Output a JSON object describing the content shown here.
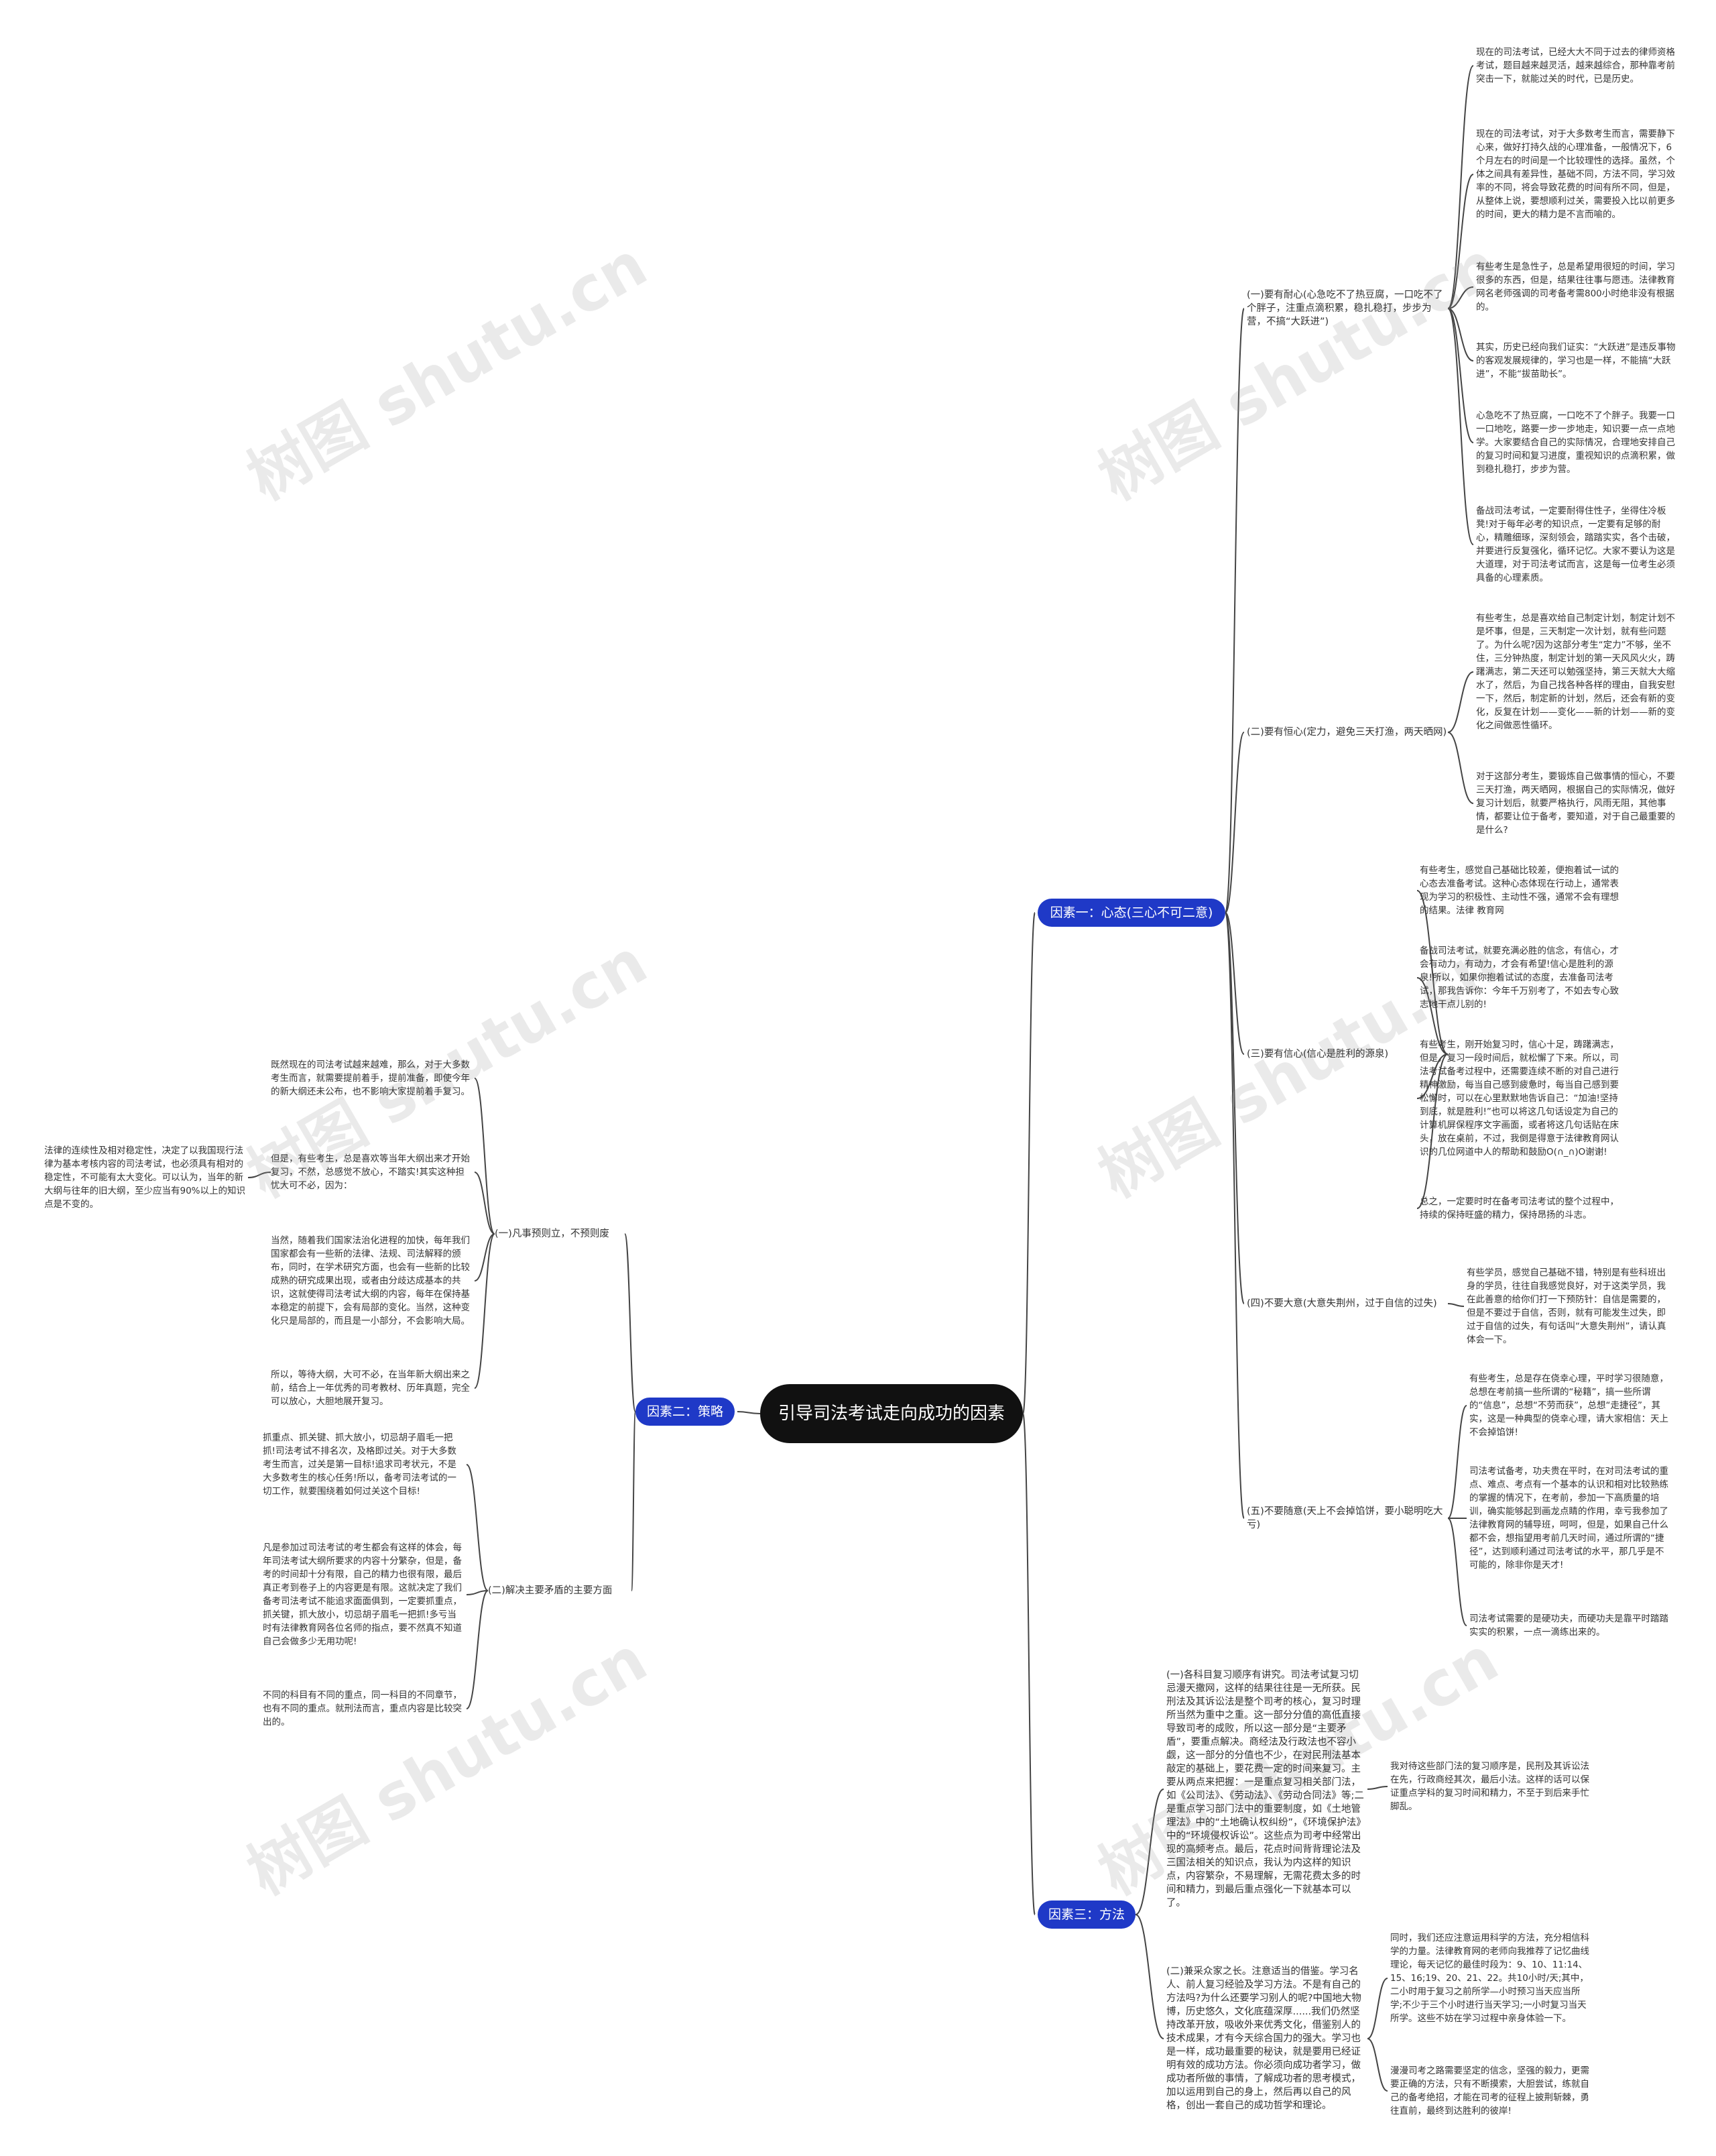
{
  "watermark": "树图 shutu.cn",
  "root": {
    "title": "引导司法考试走向成功的因素"
  },
  "branches": [
    {
      "label": "因素一：心态(三心不可二意)",
      "subs": [
        {
          "label": "(一)要有耐心(心急吃不了热豆腐，一口吃不了个胖子，注重点滴积累，稳扎稳打，步步为营，不搞“大跃进”)",
          "leaves": [
            "现在的司法考试，已经大大不同于过去的律师资格考试，题目越来越灵活，越来越综合，那种靠考前突击一下，就能过关的时代，已是历史。",
            "现在的司法考试，对于大多数考生而言，需要静下心来，做好打持久战的心理准备，一般情况下，6个月左右的时间是一个比较理性的选择。虽然，个体之间具有差异性，基础不同，方法不同，学习效率的不同，将会导致花费的时间有所不同，但是，从整体上说，要想顺利过关，需要投入比以前更多的时间，更大的精力是不言而喻的。",
            "有些考生是急性子，总是希望用很短的时间，学习很多的东西，但是，结果往往事与愿违。法律教育网名老师强调的司考备考需800小时绝非没有根据的。",
            "其实，历史已经向我们证实：“大跃进”是违反事物的客观发展规律的，学习也是一样，不能搞“大跃进”，不能“拔苗助长”。",
            "心急吃不了热豆腐，一口吃不了个胖子。我要一口一口地吃，路要一步一步地走，知识要一点一点地学。大家要结合自己的实际情况，合理地安排自己的复习时间和复习进度，重视知识的点滴积累，做到稳扎稳打，步步为营。",
            "备战司法考试，一定要耐得住性子，坐得住冷板凳!对于每年必考的知识点，一定要有足够的耐心，精雕细琢，深刻领会，踏踏实实，各个击破，并要进行反复强化，循环记忆。大家不要认为这是大道理，对于司法考试而言，这是每一位考生必须具备的心理素质。"
          ]
        },
        {
          "label": "(二)要有恒心(定力，避免三天打渔，两天晒网)",
          "leaves": [
            "有些考生，总是喜欢给自己制定计划，制定计划不是坏事，但是，三天制定一次计划，就有些问题了。为什么呢?因为这部分考生“定力”不够，坐不住，三分钟热度，制定计划的第一天风风火火，踌躇满志，第二天还可以勉强坚持，第三天就大大缩水了，然后，为自己找各种各样的理由，自我安慰一下，然后，制定新的计划，然后，还会有新的变化，反复在计划——变化——新的计划——新的变化之间做恶性循环。",
            "对于这部分考生，要锻炼自己做事情的恒心，不要三天打渔，两天晒网，根据自己的实际情况，做好复习计划后，就要严格执行，风雨无阻，其他事情，都要让位于备考，要知道，对于自己最重要的是什么?"
          ]
        },
        {
          "label": "(三)要有信心(信心是胜利的源泉)",
          "leaves": [
            "有些考生，感觉自己基础比较差，便抱着试一试的心态去准备考试。这种心态体现在行动上，通常表现为学习的积极性、主动性不强，通常不会有理想的结果。法律 教育网",
            "备战司法考试，就要充满必胜的信念，有信心，才会有动力，有动力，才会有希望!信心是胜利的源泉!所以，如果你抱着试试的态度，去准备司法考试，那我告诉你：今年千万别考了，不如去专心致志地干点儿别的!",
            "有些考生，刚开始复习时，信心十足，踌躇满志，但是，复习一段时间后，就松懈了下来。所以，司法考试备考过程中，还需要连续不断的对自己进行精神激励，每当自己感到疲惫时，每当自己感到要松懈时，可以在心里默默地告诉自己：“加油!坚持到底，就是胜利!”也可以将这几句话设定为自己的计算机屏保程序文字画面，或者将这几句话贴在床头，放在桌前，不过，我倒是得意于法律教育网认识的几位网道中人的帮助和鼓励O(∩_∩)O谢谢!",
            "总之，一定要时时在备考司法考试的整个过程中，持续的保持旺盛的精力，保持昂扬的斗志。"
          ]
        },
        {
          "label": "(四)不要大意(大意失荆州，过于自信的过失)",
          "leaves": [
            "有些学员，感觉自己基础不错，特别是有些科班出身的学员，往往自我感觉良好，对于这类学员，我在此善意的给你们打一下预防针：自信是需要的，但是不要过于自信，否则，就有可能发生过失，即过于自信的过失，有句话叫“大意失荆州”，请认真体会一下。"
          ]
        },
        {
          "label": "(五)不要随意(天上不会掉馅饼，要小聪明吃大亏)",
          "leaves": [
            "有些考生，总是存在侥幸心理，平时学习很随意，总想在考前搞一些所谓的“秘籍”，搞一些所谓的“信息”，总想“不劳而获”，总想“走捷径”，其实，这是一种典型的侥幸心理，请大家相信：天上不会掉馅饼!",
            "司法考试备考，功夫贵在平时，在对司法考试的重点、难点、考点有一个基本的认识和相对比较熟练的掌握的情况下，在考前，参加一下高质量的培训，确实能够起到画龙点睛的作用，幸亏我参加了法律教育网的辅导班，呵呵，但是，如果自己什么都不会，想指望用考前几天时间，通过所谓的“捷径”，达到顺利通过司法考试的水平，那几乎是不可能的，除非你是天才!",
            "司法考试需要的是硬功夫，而硬功夫是靠平时踏踏实实的积累，一点一滴练出来的。"
          ]
        }
      ]
    },
    {
      "label": "因素二：策略",
      "subs": [
        {
          "label": "(一)凡事预则立，不预则废",
          "leaves": [
            "既然现在的司法考试越来越难，那么，对于大多数考生而言，就需要提前着手，提前准备，即使今年的新大纲还未公布，也不影响大家提前着手复习。",
            "但是，有些考生，总是喜欢等当年大纲出来才开始复习，不然，总感觉不放心，不踏实!其实这种担忧大可不必，因为：",
            "当然，随着我们国家法治化进程的加快，每年我们国家都会有一些新的法律、法规、司法解释的颁布，同时，在学术研究方面，也会有一些新的比较成熟的研究成果出现，或者由分歧达成基本的共识，这就使得司法考试大纲的内容，每年在保持基本稳定的前提下，会有局部的变化。当然，这种变化只是局部的，而且是一小部分，不会影响大局。",
            "所以，等待大纲，大可不必，在当年新大纲出来之前，结合上一年优秀的司考教材、历年真题，完全可以放心，大胆地展开复习。"
          ],
          "side": "法律的连续性及相对稳定性，决定了以我国现行法律为基本考核内容的司法考试，也必须具有相对的稳定性，不可能有太大变化。可以认为，当年的新大纲与往年的旧大纲，至少应当有90%以上的知识点是不变的。"
        },
        {
          "label": "(二)解决主要矛盾的主要方面",
          "leaves": [
            "抓重点、抓关键、抓大放小，切忌胡子眉毛一把抓!司法考试不排名次，及格即过关。对于大多数考生而言，过关是第一目标!追求司考状元，不是大多数考生的核心任务!所以，备考司法考试的一切工作，就要围绕着如何过关这个目标!",
            "凡是参加过司法考试的考生都会有这样的体会，每年司法考试大纲所要求的内容十分繁杂，但是，备考的时间却十分有限，自己的精力也很有限，最后真正考到卷子上的内容更是有限。这就决定了我们备考司法考试不能追求面面俱到，一定要抓重点，抓关键，抓大放小，切忌胡子眉毛一把抓!多亏当时有法律教育网各位名师的指点，要不然真不知道自己会做多少无用功呢!",
            "不同的科目有不同的重点，同一科目的不同章节，也有不同的重点。就刑法而言，重点内容是比较突出的。"
          ]
        }
      ]
    },
    {
      "label": "因素三：方法",
      "subs": [
        {
          "label": "(一)各科目复习顺序有讲究。司法考试复习切忌漫天撒网，这样的结果往往是一无所获。民刑法及其诉讼法是整个司考的核心，复习时理所当然为重中之重。这一部分分值的高低直接导致司考的成败，所以这一部分是“主要矛盾”，要重点解决。商经法及行政法也不容小觑，这一部分的分值也不少，在对民刑法基本敲定的基础上，要花费一定的时间来复习。主要从两点来把握：一是重点复习相关部门法，如《公司法》、《劳动法》、《劳动合同法》等;二是重点学习部门法中的重要制度，如《土地管理法》中的“土地确认权纠纷”，《环境保护法》中的“环境侵权诉讼”。这些点为司考中经常出现的高频考点。最后，花点时间背背理论法及三国法相关的知识点，我认为内这样的知识点，内容繁杂，不易理解，无需花费太多的时间和精力，到最后重点强化一下就基本可以了。",
          "leaves": [
            "我对待这些部门法的复习顺序是，民刑及其诉讼法在先，行政商经其次，最后小法。这样的话可以保证重点学科的复习时间和精力，不至于到后来手忙脚乱。"
          ]
        },
        {
          "label": "(二)兼采众家之长。注意适当的借鉴。学习名人、前人复习经验及学习方法。不是有自己的方法吗?为什么还要学习别人的呢?中国地大物博，历史悠久，文化底蕴深厚......我们仍然坚持改革开放，吸收外来优秀文化，借鉴别人的技术成果，才有今天综合国力的强大。学习也是一样，成功最重要的秘诀，就是要用已经证明有效的成功方法。你必须向成功者学习，做成功者所做的事情，了解成功者的思考模式，加以运用到自己的身上，然后再以自己的风格，创出一套自己的成功哲学和理论。",
          "leaves": [
            "同时，我们还应注意运用科学的方法，充分相信科学的力量。法律教育网的老师向我推荐了记忆曲线理论，每天记忆的最佳时段为：9、10、11:14、15、16;19、20、21、22。共10小时/天;其中，二小时用于复习之前所学—小时预习当天应当所学;不少于三个小时进行当天学习;一小时复习当天所学。这些不妨在学习过程中亲身体验一下。",
            "漫漫司考之路需要坚定的信念，坚强的毅力，更需要正确的方法，只有不断摸索，大胆尝试，练就自己的备考绝招，才能在司考的征程上披荆斩棘，勇往直前，最终到达胜利的彼岸!"
          ]
        }
      ]
    }
  ]
}
